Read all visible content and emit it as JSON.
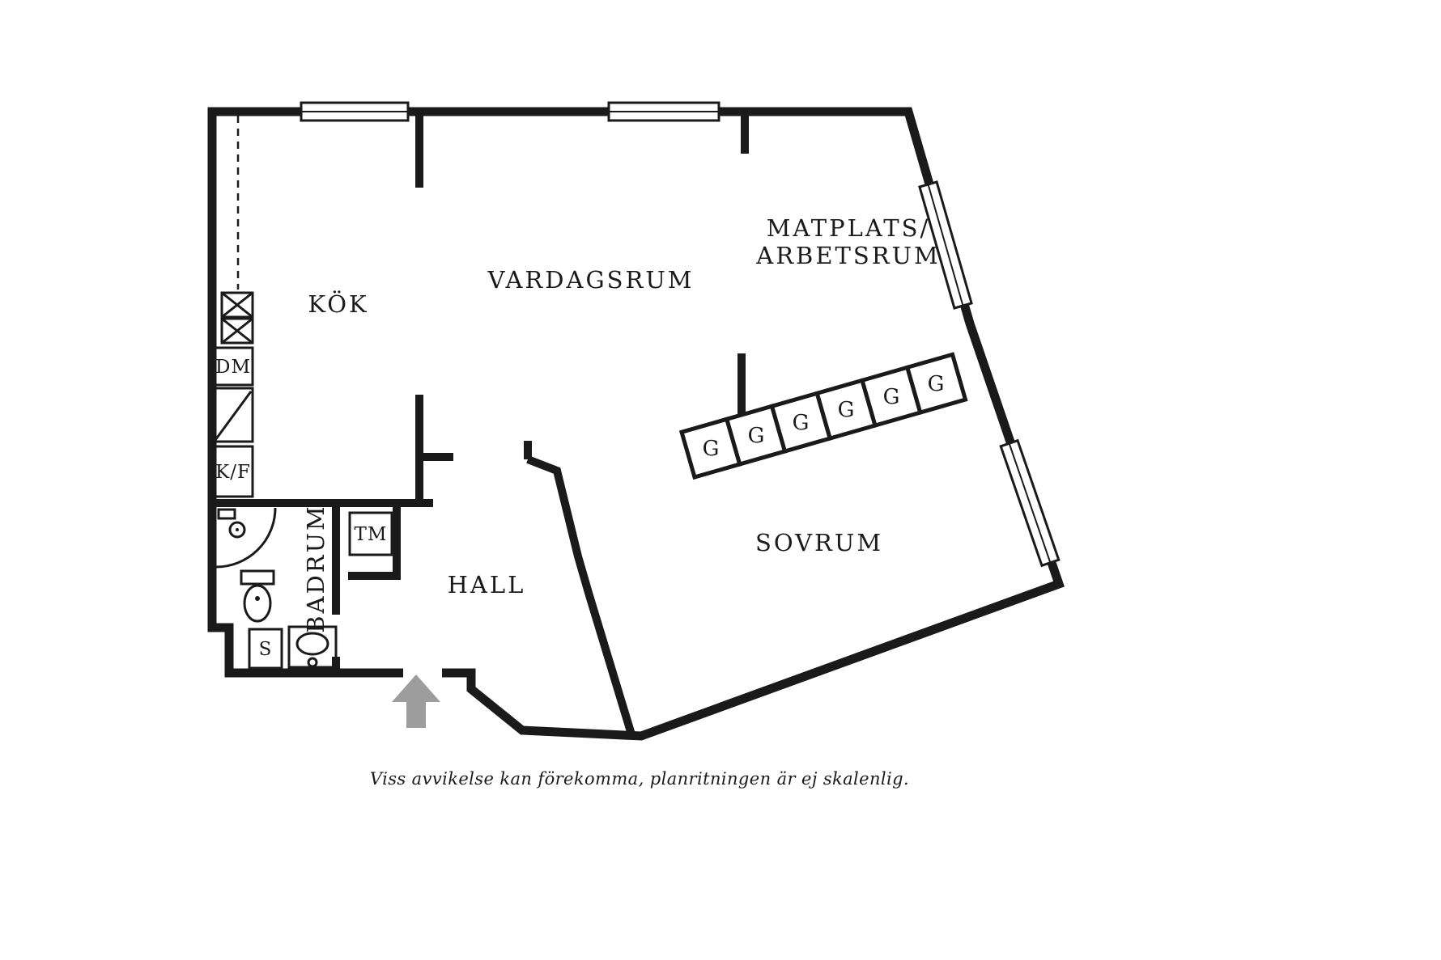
{
  "floorplan": {
    "rooms": {
      "kok": "KÖK",
      "vardagsrum": "VARDAGSRUM",
      "matplats_line1": "MATPLATS/",
      "matplats_line2": "ARBETSRUM",
      "sovrum": "SOVRUM",
      "hall": "HALL",
      "badrum": "BADRUM"
    },
    "appliances": {
      "dishwasher": "DM",
      "fridge_freezer": "K/F",
      "washing_machine": "TM",
      "shaft": "S"
    },
    "wardrobes": [
      "G",
      "G",
      "G",
      "G",
      "G",
      "G"
    ],
    "caption": "Viss avvikelse kan förekomma, planritningen är ej skalenlig.",
    "colors": {
      "wall": "#1a1a1a",
      "entry_arrow": "#9d9d9d"
    }
  }
}
